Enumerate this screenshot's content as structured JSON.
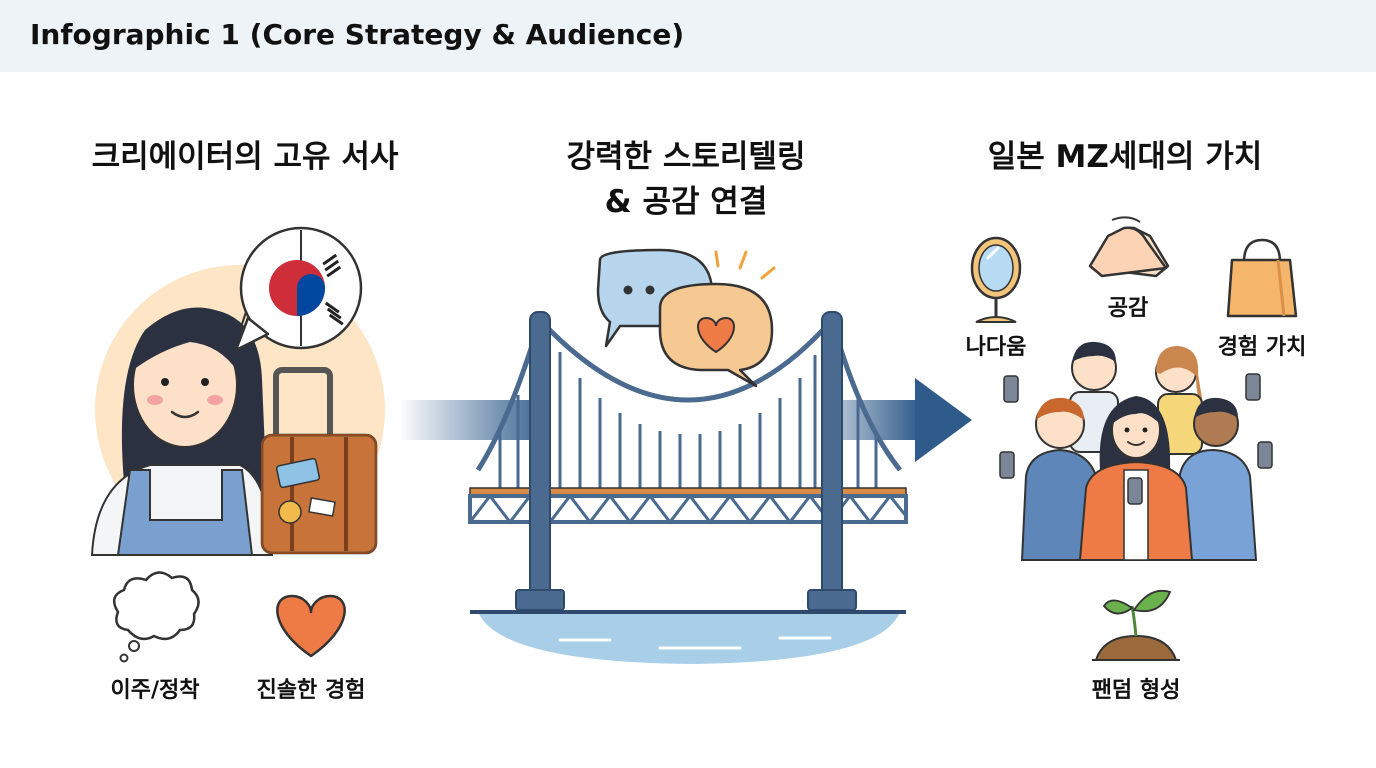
{
  "header": {
    "title": "Infographic 1 (Core Strategy & Audience)"
  },
  "left": {
    "heading": "크리에이터의 고유 서사",
    "items": [
      {
        "label": "이주/정착",
        "icon": "thought-bubble-icon"
      },
      {
        "label": "진솔한 경험",
        "icon": "heart-icon"
      }
    ]
  },
  "center": {
    "heading_line1": "강력한 스토리텔링",
    "heading_line2": "& 공감 연결"
  },
  "right": {
    "heading": "일본 MZ세대의 가치",
    "values": [
      {
        "label": "나다움",
        "icon": "mirror-icon"
      },
      {
        "label": "공감",
        "icon": "handshake-icon"
      },
      {
        "label": "경험 가치",
        "icon": "shopping-bag-icon"
      }
    ],
    "result": {
      "label": "팬덤 형성",
      "icon": "sprout-icon"
    }
  },
  "colors": {
    "bridge": "#4a6a90",
    "bridge_dark": "#2f4a6c",
    "deck_accent": "#d98a45",
    "water": "#a9cfe8",
    "arrow": "#2f5b8a",
    "heart": "#ee7a45",
    "flag_red": "#cd2e3a",
    "flag_blue": "#0047a0",
    "suitcase": "#c8733a"
  }
}
